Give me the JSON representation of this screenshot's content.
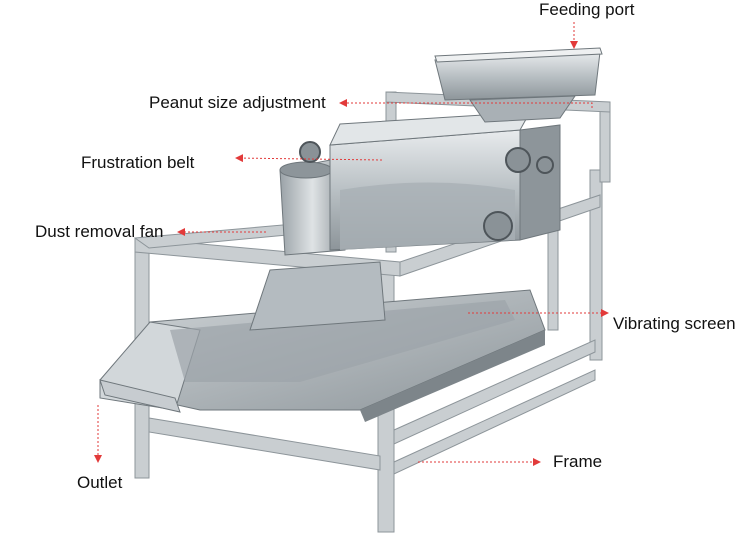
{
  "colors": {
    "background": "#ffffff",
    "steel_light": "#d9dde0",
    "steel_mid": "#aab1b6",
    "steel_dark": "#6f777c",
    "frame": "#c9ced1",
    "leader_line": "#e23a3a",
    "label_text": "#111111"
  },
  "labels": {
    "feeding_port": "Feeding port",
    "peanut_size_adjustment": "Peanut size adjustment",
    "frustration_belt": "Frustration belt",
    "dust_removal_fan": "Dust removal fan",
    "vibrating_screen": "Vibrating screen",
    "outlet": "Outlet",
    "frame": "Frame"
  }
}
